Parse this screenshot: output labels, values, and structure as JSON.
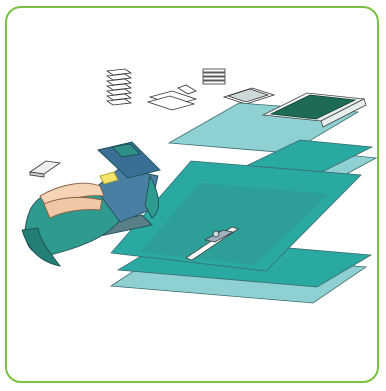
{
  "figure": {
    "frame_color": "#7ac142",
    "drape_colors": {
      "light": "#8fd0d3",
      "teal": "#2aa8a2",
      "dark": "#1f7f7b",
      "green_panel": "#1d6b55",
      "patient_drape": "#2f9a8e"
    },
    "items": [
      "folded-towel-stack",
      "small-towel-stack",
      "unfolded-towel",
      "instrument-tray",
      "table-cover",
      "positioning-wedge",
      "draped-patient",
      "fenestrated-drape",
      "adhesive-strips",
      "base-drape",
      "light-underlay-sheet"
    ]
  }
}
